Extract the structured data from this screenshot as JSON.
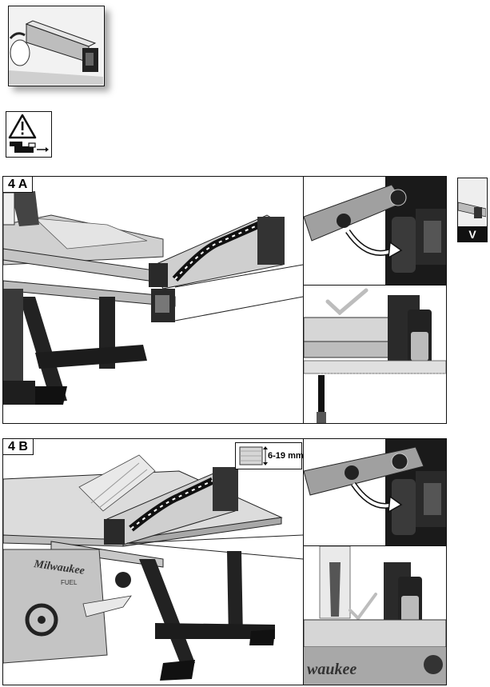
{
  "panels": {
    "a": {
      "label": "4 A"
    },
    "b": {
      "label": "4 B"
    }
  },
  "dimension": {
    "text": "6-19 mm"
  },
  "side_tab": {
    "label": "V"
  },
  "brand": {
    "text": "Milwaukee",
    "sub": "FUEL",
    "edge": "waukee"
  },
  "icons": [
    "warning-icon",
    "unplug-battery-icon",
    "checkmark-icon",
    "arrow-icon"
  ],
  "colors": {
    "ink": "#111111",
    "gray": "#8a8a8a",
    "light": "#d9d9d9"
  }
}
